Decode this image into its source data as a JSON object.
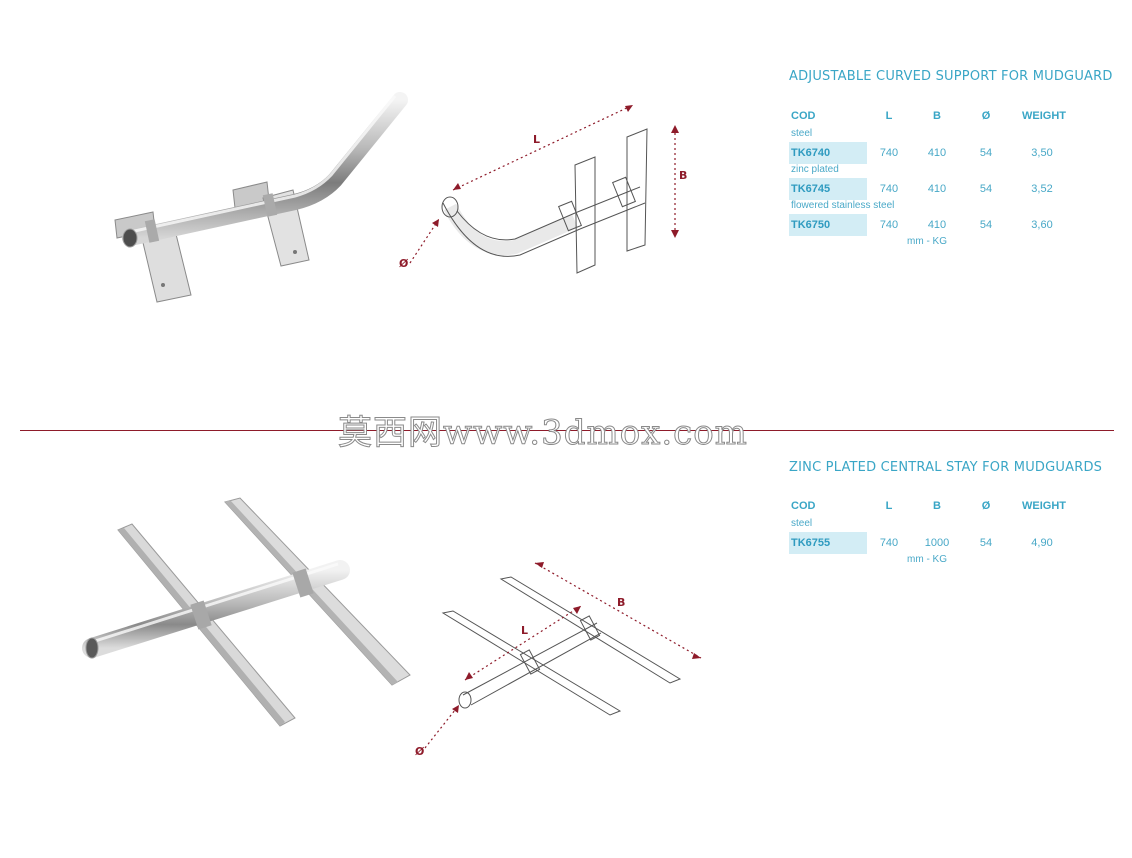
{
  "watermark": "莫西网www.3dmox.com",
  "colors": {
    "accent": "#3aa6c6",
    "dimension": "#8e1b2a",
    "code_bg": "#d3edf5"
  },
  "products": [
    {
      "title": "ADJUSTABLE CURVED SUPPORT FOR MUDGUARD",
      "headers": {
        "cod": "COD",
        "l": "L",
        "b": "B",
        "d": "Ø",
        "weight": "WEIGHT"
      },
      "rows": [
        {
          "material": "steel",
          "code": "TK6740",
          "l": "740",
          "b": "410",
          "d": "54",
          "weight": "3,50"
        },
        {
          "material": "zinc plated",
          "code": "TK6745",
          "l": "740",
          "b": "410",
          "d": "54",
          "weight": "3,52"
        },
        {
          "material": "flowered stainless steel",
          "code": "TK6750",
          "l": "740",
          "b": "410",
          "d": "54",
          "weight": "3,60"
        }
      ],
      "units": "mm - KG",
      "dims": {
        "l": "L",
        "b": "B",
        "d": "Ø"
      }
    },
    {
      "title": "ZINC PLATED CENTRAL STAY FOR MUDGUARDS",
      "headers": {
        "cod": "COD",
        "l": "L",
        "b": "B",
        "d": "Ø",
        "weight": "WEIGHT"
      },
      "rows": [
        {
          "material": "steel",
          "code": "TK6755",
          "l": "740",
          "b": "1000",
          "d": "54",
          "weight": "4,90"
        }
      ],
      "units": "mm - KG",
      "dims": {
        "l": "L",
        "b": "B",
        "d": "Ø"
      }
    }
  ]
}
